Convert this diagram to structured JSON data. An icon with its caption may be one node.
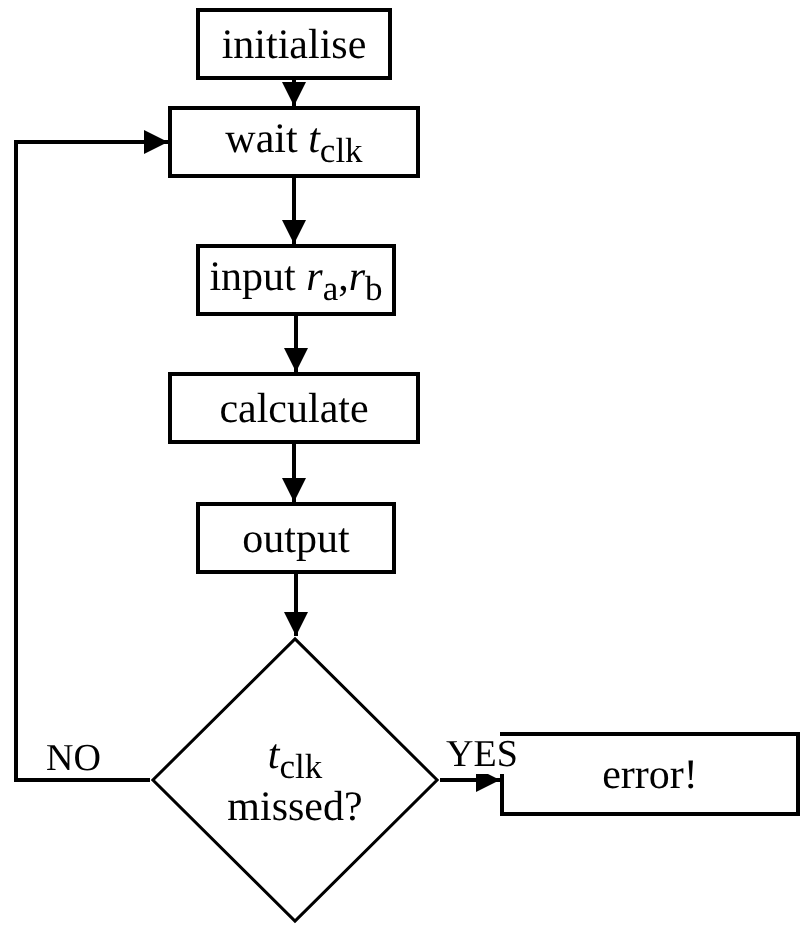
{
  "diagram": {
    "nodes": [
      {
        "text": [
          "initialise"
        ]
      },
      {
        "text": [
          "wait *t*$_{clk}$"
        ]
      },
      {
        "text": [
          "input *r*$_{a}$,*r*$_{b}$"
        ]
      },
      {
        "text": [
          "calculate"
        ]
      },
      {
        "text": [
          "output"
        ]
      },
      {
        "text": [
          "*t*$_{clk}$ missed?"
        ]
      },
      {
        "text": [
          "error!"
        ]
      }
    ],
    "edges": [
      {
        "from": 0,
        "to": 1,
        "arrow": "to"
      },
      {
        "from": 1,
        "to": 2,
        "arrow": "to"
      },
      {
        "from": 2,
        "to": 3,
        "arrow": "to"
      },
      {
        "from": 3,
        "to": 4,
        "arrow": "to"
      },
      {
        "from": 4,
        "to": 5,
        "arrow": "to"
      },
      {
        "from": 5,
        "to": 1,
        "arrow": "to",
        "label": "NO"
      },
      {
        "from": 5,
        "to": 6,
        "arrow": "to",
        "label": "YES"
      }
    ]
  }
}
